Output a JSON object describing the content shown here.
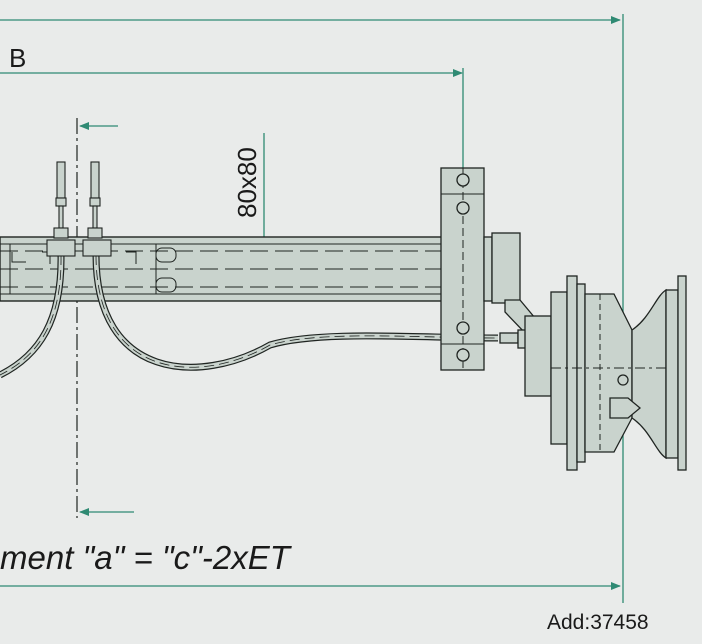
{
  "labels": {
    "dimension_b": "B",
    "section_size": "80x80",
    "formula": "ment \"a\" = \"c\"-2xET",
    "reference": "Add:37458"
  },
  "colors": {
    "background": "#e9ebea",
    "part_fill": "#c9d3cd",
    "outline": "#1f2421",
    "dimension_line": "#2f8a73"
  }
}
